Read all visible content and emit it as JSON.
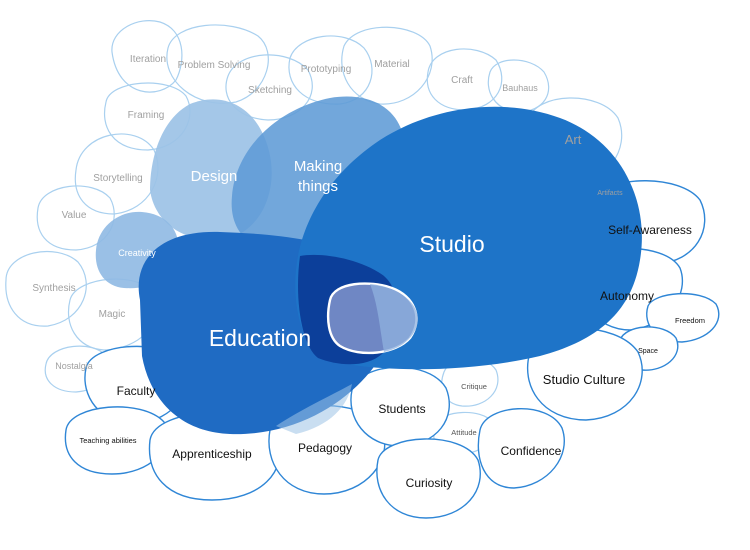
{
  "colors": {
    "outline_light": "#9fcbee",
    "outline_dark": "#2f86d6",
    "design_fill": "#9cc2e6",
    "making_fill": "#7aaedc",
    "studio_fill": "#1d74c7",
    "education_fill": "#1e6ac2",
    "overlap_dark": "#0b3e99",
    "center_fill": "#6f87c4",
    "text_light": "#9a9a9a",
    "text_dark": "#111111",
    "text_white": "#ffffff"
  },
  "main": {
    "studio": "Studio",
    "education": "Education",
    "design": "Design",
    "making_line1": "Making",
    "making_line2": "things",
    "creativity": "Creativity"
  },
  "light_bubbles": {
    "iteration": "Iteration",
    "problem_solving": "Problem Solving",
    "sketching": "Sketching",
    "prototyping": "Prototyping",
    "material": "Material",
    "craft": "Craft",
    "bauhaus": "Bauhaus",
    "art": "Art",
    "framing": "Framing",
    "storytelling": "Storytelling",
    "value": "Value",
    "synthesis": "Synthesis",
    "magic": "Magic",
    "nostalgia": "Nostalgia",
    "artifacts": "Artifacts"
  },
  "dark_bubbles": {
    "self_awareness": "Self-Awareness",
    "autonomy": "Autonomy",
    "freedom": "Freedom",
    "space": "Space",
    "studio_culture": "Studio Culture",
    "faculty": "Faculty",
    "teaching_abilities": "Teaching abilities",
    "apprenticeship": "Apprenticeship",
    "pedagogy": "Pedagogy",
    "students": "Students",
    "critique": "Critique",
    "attitude": "Attitude",
    "confidence": "Confidence",
    "curiosity": "Curiosity"
  }
}
